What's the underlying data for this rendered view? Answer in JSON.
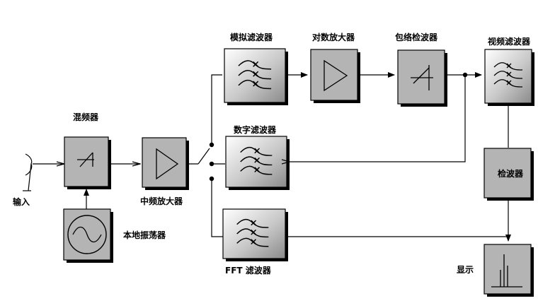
{
  "labels": {
    "input": "输入",
    "mixer": "混频器",
    "local_oscillator": "本地振荡器",
    "if_amp": "中频放大器",
    "analog_filter": "模拟滤波器",
    "digital_filter": "数字滤波器",
    "fft_filter": "FFT 滤波器",
    "log_amp": "对数放大器",
    "envelope_detector": "包络检波器",
    "video_filter": "视频滤波器",
    "detector": "检波器",
    "display": "显示"
  }
}
